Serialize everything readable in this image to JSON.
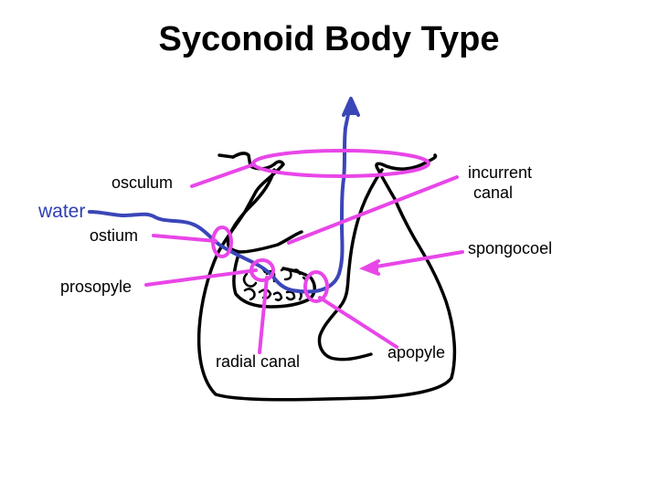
{
  "title": "Syconoid Body Type",
  "labels": {
    "osculum": "osculum",
    "water": "water",
    "ostium": "ostium",
    "prosopyle": "prosopyle",
    "radial_canal": "radial canal",
    "apopyle": "apopyle",
    "incurrent_canal_line1": "incurrent",
    "incurrent_canal_line2": "canal",
    "spongocoel": "spongocoel"
  },
  "colors": {
    "pointer": "#e846e8",
    "water_path": "#3a46b8",
    "outline": "#000000",
    "water_label": "#2e3fb0"
  }
}
